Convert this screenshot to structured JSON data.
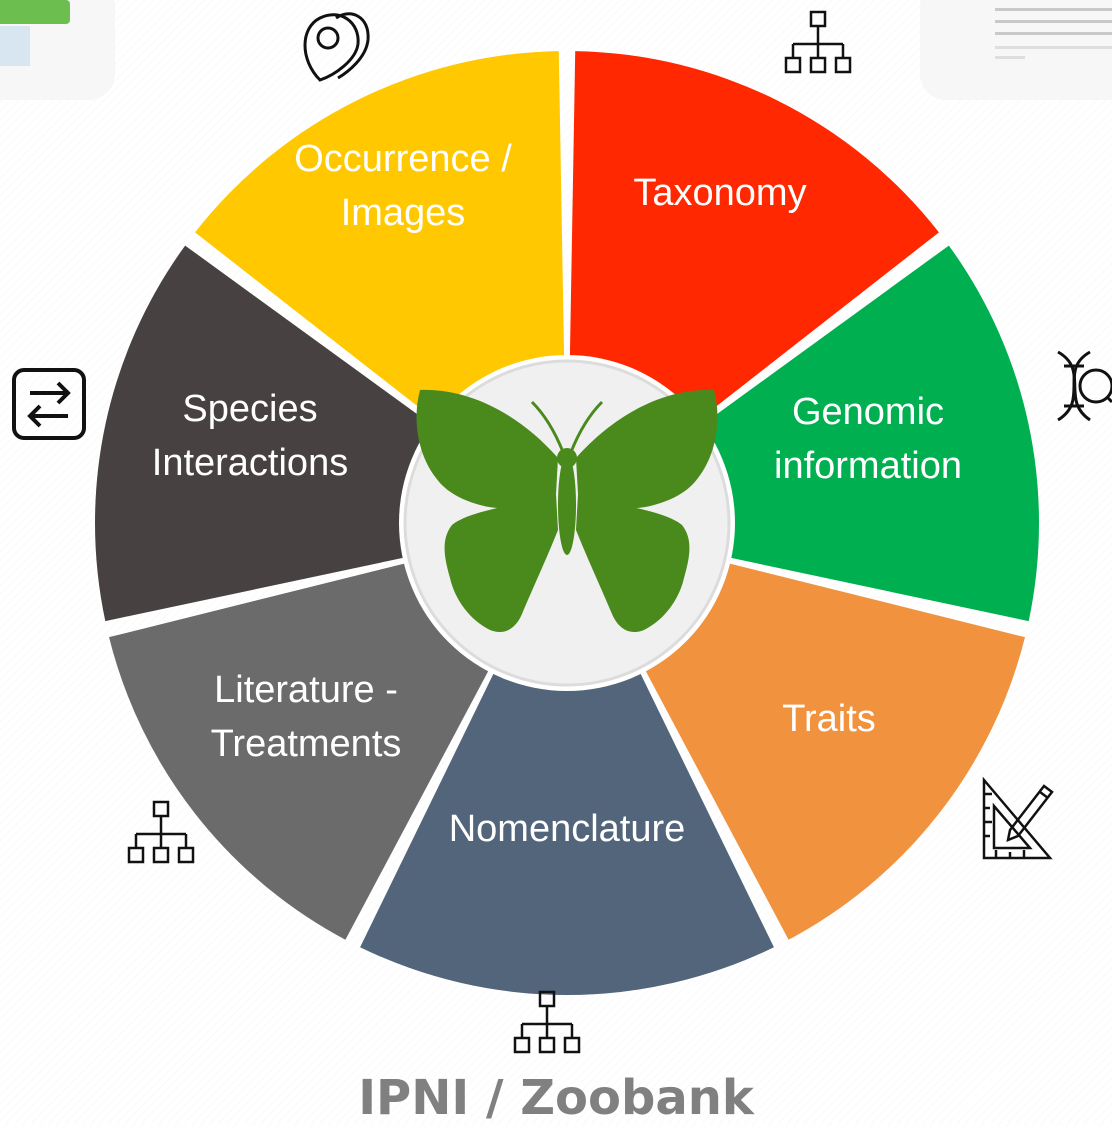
{
  "diagram": {
    "segments": [
      {
        "id": "occurrence",
        "lines": [
          "Occurrence /",
          "Images"
        ],
        "color": "#FFC800",
        "icon": "map-pin-icon"
      },
      {
        "id": "taxonomy",
        "lines": [
          "Taxonomy"
        ],
        "color": "#FF2800",
        "icon": "hierarchy-icon"
      },
      {
        "id": "genomic",
        "lines": [
          "Genomic",
          "information"
        ],
        "color": "#00B050",
        "icon": "dna-search-icon"
      },
      {
        "id": "traits",
        "lines": [
          "Traits"
        ],
        "color": "#F0923E",
        "icon": "ruler-pencil-icon"
      },
      {
        "id": "nomenclature",
        "lines": [
          "Nomenclature"
        ],
        "color": "#52657A",
        "icon": "hierarchy-icon"
      },
      {
        "id": "literature",
        "lines": [
          "Literature -",
          "Treatments"
        ],
        "color": "#6B6B6B",
        "icon": "hierarchy-icon"
      },
      {
        "id": "species-interactions",
        "lines": [
          "Species",
          "Interactions"
        ],
        "color": "#474241",
        "icon": "exchange-arrows-icon"
      }
    ],
    "center": {
      "icon": "butterfly-icon",
      "color": "#4A8A1C"
    },
    "footer_label": "IPNI / Zoobank"
  }
}
